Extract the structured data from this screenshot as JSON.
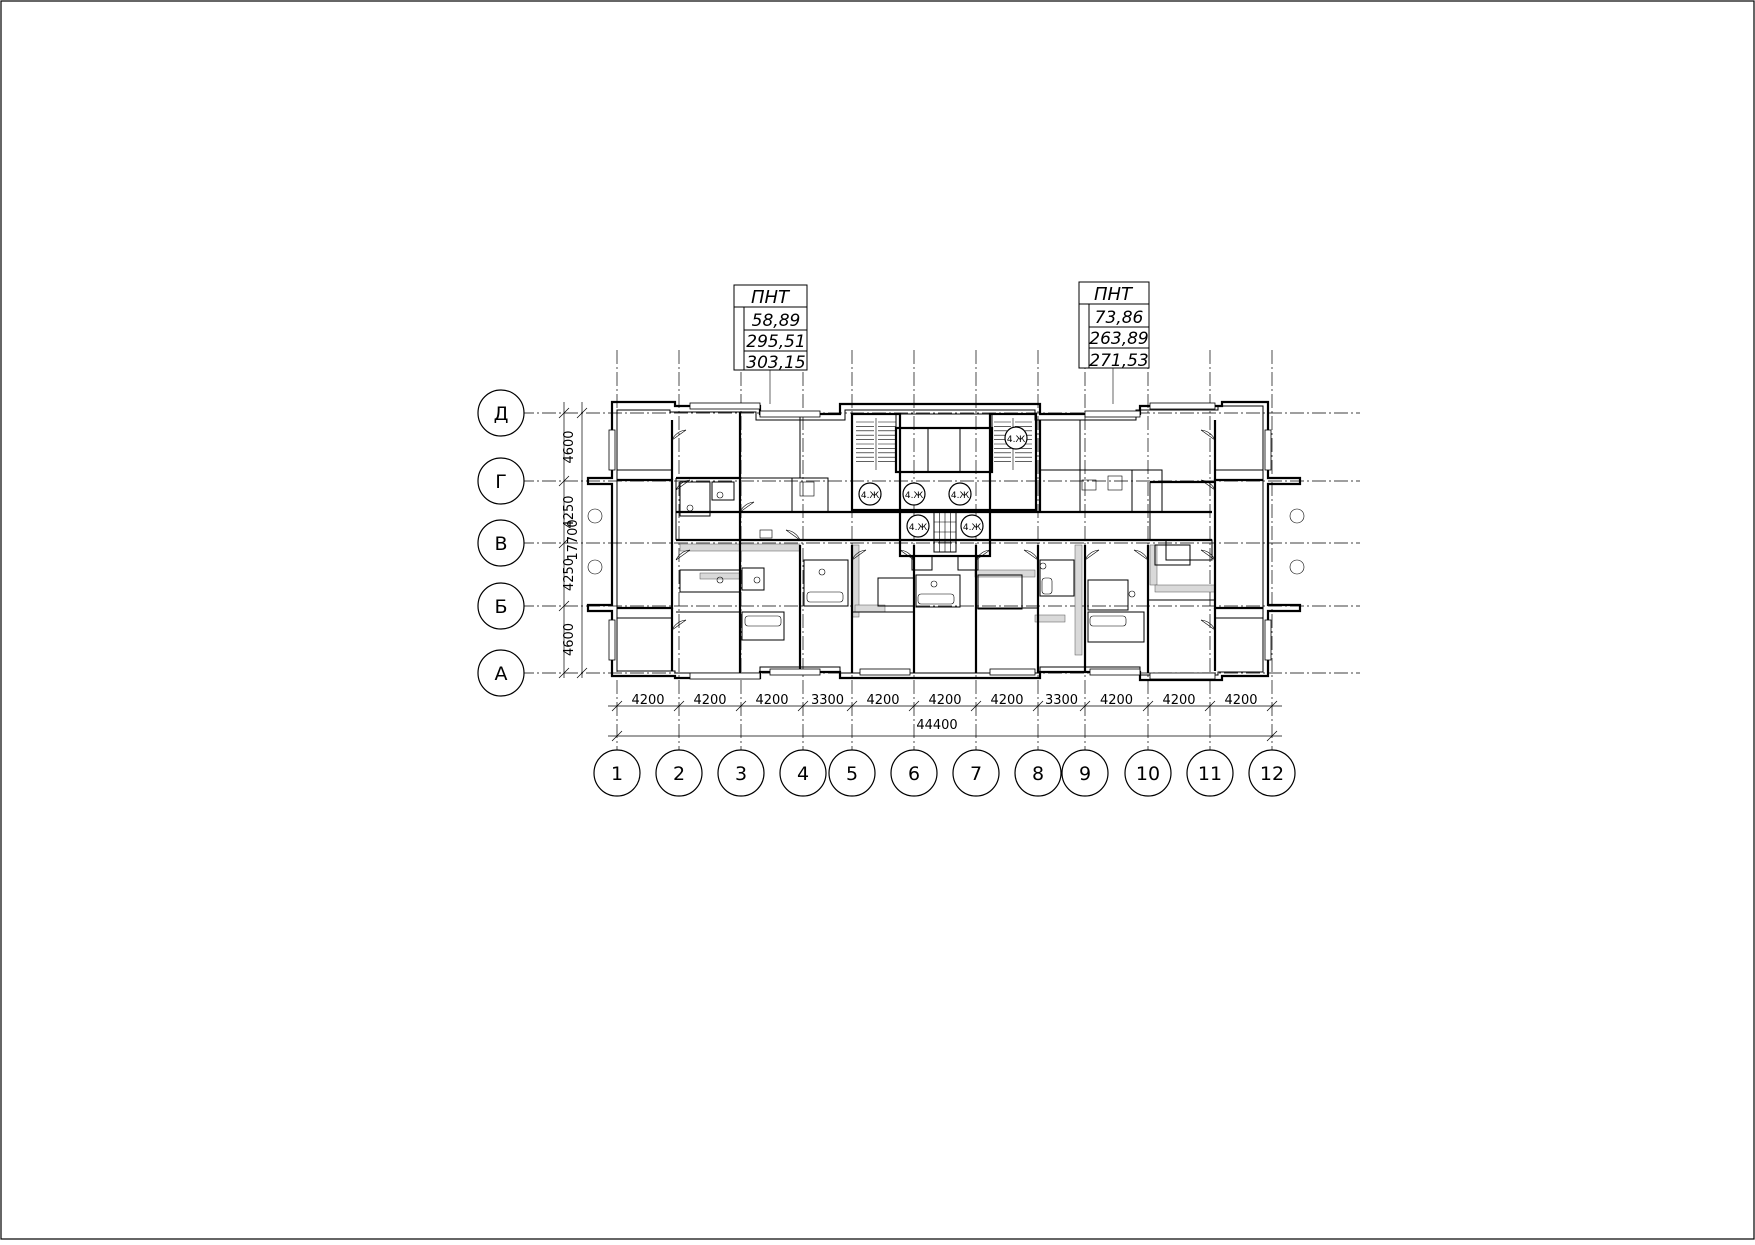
{
  "sheet": {
    "border_color": "#000000",
    "background": "#ffffff"
  },
  "tags": [
    {
      "title": "ПНТ",
      "lines": [
        "58,89",
        "295,51",
        "303,15"
      ]
    },
    {
      "title": "ПНТ",
      "lines": [
        "73,86",
        "263,89",
        "271,53"
      ]
    }
  ],
  "grid": {
    "columns": [
      "1",
      "2",
      "3",
      "4",
      "5",
      "6",
      "7",
      "8",
      "9",
      "10",
      "11",
      "12"
    ],
    "rows": [
      "Д",
      "Г",
      "В",
      "Б",
      "А"
    ]
  },
  "dimensions": {
    "horizontal": [
      "4200",
      "4200",
      "4200",
      "3300",
      "4200",
      "4200",
      "4200",
      "3300",
      "4200",
      "4200",
      "4200"
    ],
    "horizontal_total": "44400",
    "vertical": [
      "4600",
      "4250",
      "4250",
      "4600"
    ],
    "vertical_total": "17700"
  },
  "core_marks": [
    "4.Ж",
    "4.Ж",
    "4.Ж",
    "4.Ж",
    "4.Ж",
    "4.Ж"
  ]
}
